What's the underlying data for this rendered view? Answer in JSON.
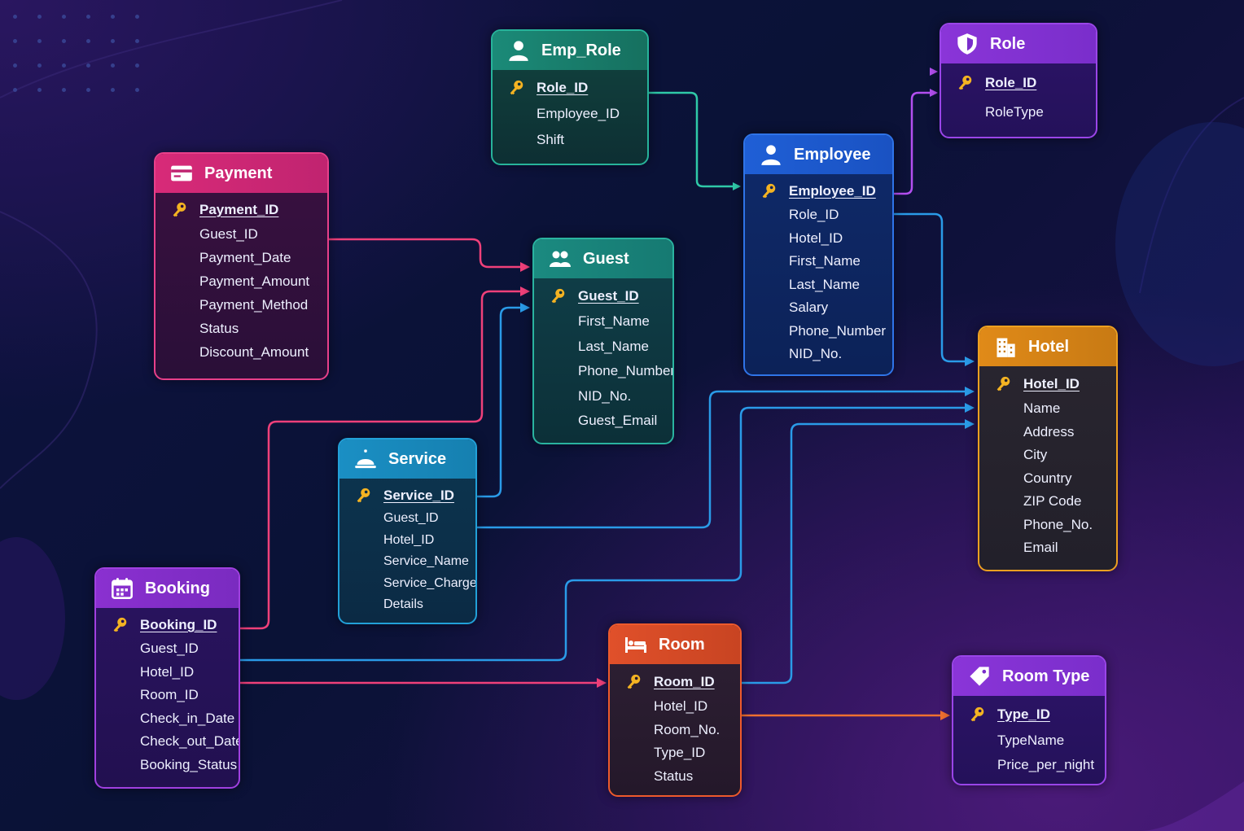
{
  "colors": {
    "pink": "#e0307a",
    "teal": "#1b8a80",
    "purple": "#8a35d8",
    "blue": "#1f5fd6",
    "orange": "#e08a18",
    "cyan": "#1a8fc4",
    "red_orange": "#e0502a",
    "violet": "#7a30c8",
    "key": "#f4b322"
  },
  "entities": {
    "emp_role": {
      "title": "Emp_Role",
      "icon": "person-icon",
      "pk": "Role_ID",
      "fields": [
        "Employee_ID",
        "Shift"
      ]
    },
    "role": {
      "title": "Role",
      "icon": "shield-icon",
      "pk": "Role_ID",
      "fields": [
        "RoleType"
      ]
    },
    "payment": {
      "title": "Payment",
      "icon": "card-icon",
      "pk": "Payment_ID",
      "fields": [
        "Guest_ID",
        "Payment_Date",
        "Payment_Amount",
        "Payment_Method",
        "Status",
        "Discount_Amount"
      ]
    },
    "employee": {
      "title": "Employee",
      "icon": "person-icon",
      "pk": "Employee_ID",
      "fields": [
        "Role_ID",
        "Hotel_ID",
        "First_Name",
        "Last_Name",
        "Salary",
        "Phone_Number",
        "NID_No."
      ]
    },
    "guest": {
      "title": "Guest",
      "icon": "people-icon",
      "pk": "Guest_ID",
      "fields": [
        "First_Name",
        "Last_Name",
        "Phone_Number",
        "NID_No.",
        "Guest_Email"
      ]
    },
    "hotel": {
      "title": "Hotel",
      "icon": "building-icon",
      "pk": "Hotel_ID",
      "fields": [
        "Name",
        "Address",
        "City",
        "Country",
        "ZIP Code",
        "Phone_No.",
        "Email"
      ]
    },
    "service": {
      "title": "Service",
      "icon": "bell-icon",
      "pk": "Service_ID",
      "fields": [
        "Guest_ID",
        "Hotel_ID",
        "Service_Name",
        "Service_Charge",
        "Details"
      ]
    },
    "booking": {
      "title": "Booking",
      "icon": "calendar-icon",
      "pk": "Booking_ID",
      "fields": [
        "Guest_ID",
        "Hotel_ID",
        "Room_ID",
        "Check_in_Date",
        "Check_out_Date",
        "Booking_Status"
      ]
    },
    "room": {
      "title": "Room",
      "icon": "bed-icon",
      "pk": "Room_ID",
      "fields": [
        "Hotel_ID",
        "Room_No.",
        "Type_ID",
        "Status"
      ]
    },
    "room_type": {
      "title": "Room Type",
      "icon": "tag-icon",
      "pk": "Type_ID",
      "fields": [
        "TypeName",
        "Price_per_night"
      ]
    }
  }
}
